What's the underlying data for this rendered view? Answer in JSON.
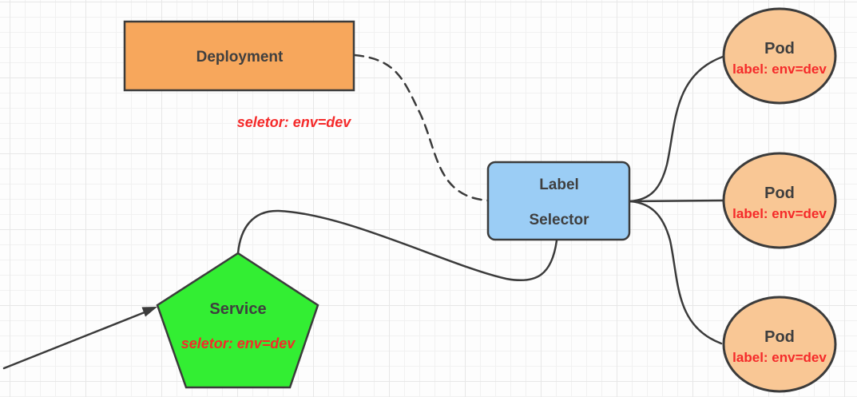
{
  "colors": {
    "stroke": "#3b3b3b",
    "text_dark": "#3f3f3f",
    "red": "#f52a2a",
    "deployment_fill": "#f7a75c",
    "selector_fill": "#9bcdf5",
    "service_fill": "#33ee33",
    "pod_fill": "#f9c795"
  },
  "nodes": {
    "deployment": {
      "label": "Deployment",
      "annotation": "seletor:  env=dev"
    },
    "label_selector": {
      "line1": "Label",
      "line2": "Selector"
    },
    "service": {
      "label": "Service",
      "annotation": "seletor:  env=dev"
    },
    "pods": [
      {
        "title": "Pod",
        "subtitle": "label: env=dev"
      },
      {
        "title": "Pod",
        "subtitle": "label: env=dev"
      },
      {
        "title": "Pod",
        "subtitle": "label: env=dev"
      }
    ]
  }
}
